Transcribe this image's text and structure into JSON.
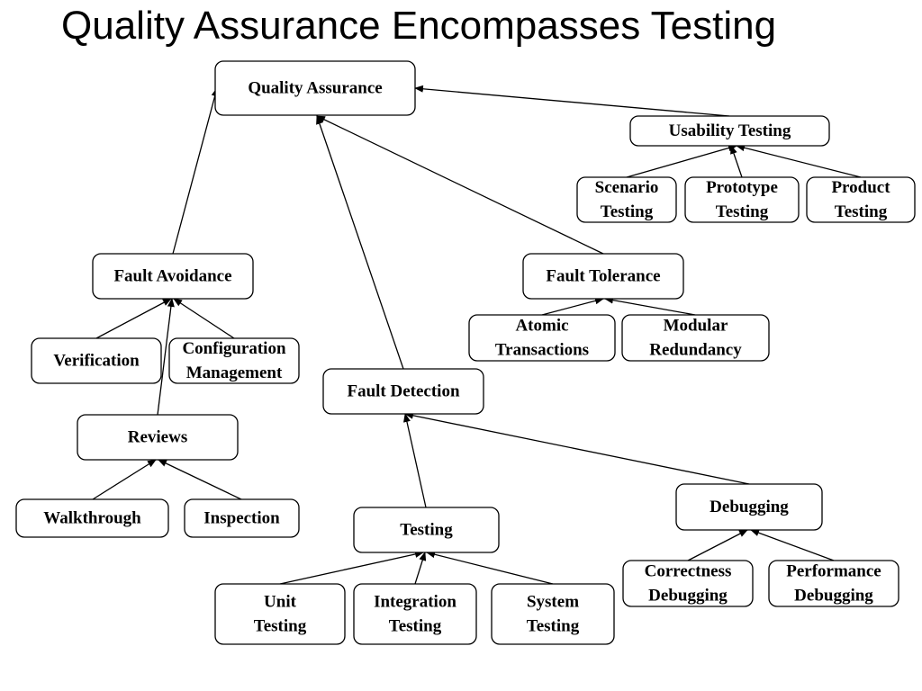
{
  "title": "Quality Assurance Encompasses Testing",
  "nodes": [
    {
      "id": "quality-assurance",
      "lines": [
        "Quality Assurance"
      ]
    },
    {
      "id": "usability-testing",
      "lines": [
        "Usability Testing"
      ]
    },
    {
      "id": "scenario-testing",
      "lines": [
        "Scenario",
        "Testing"
      ]
    },
    {
      "id": "prototype-testing",
      "lines": [
        "Prototype",
        "Testing"
      ]
    },
    {
      "id": "product-testing",
      "lines": [
        "Product",
        "Testing"
      ]
    },
    {
      "id": "fault-avoidance",
      "lines": [
        "Fault Avoidance"
      ]
    },
    {
      "id": "fault-tolerance",
      "lines": [
        "Fault Tolerance"
      ]
    },
    {
      "id": "atomic-transactions",
      "lines": [
        "Atomic",
        "Transactions"
      ]
    },
    {
      "id": "modular-redundancy",
      "lines": [
        "Modular",
        "Redundancy"
      ]
    },
    {
      "id": "verification",
      "lines": [
        "Verification"
      ]
    },
    {
      "id": "configuration-management",
      "lines": [
        "Configuration",
        "Management"
      ]
    },
    {
      "id": "fault-detection",
      "lines": [
        "Fault Detection"
      ]
    },
    {
      "id": "reviews",
      "lines": [
        "Reviews"
      ]
    },
    {
      "id": "walkthrough",
      "lines": [
        "Walkthrough"
      ]
    },
    {
      "id": "inspection",
      "lines": [
        "Inspection"
      ]
    },
    {
      "id": "testing",
      "lines": [
        "Testing"
      ]
    },
    {
      "id": "debugging",
      "lines": [
        "Debugging"
      ]
    },
    {
      "id": "unit-testing",
      "lines": [
        "Unit",
        "Testing"
      ]
    },
    {
      "id": "integration-testing",
      "lines": [
        "Integration",
        "Testing"
      ]
    },
    {
      "id": "system-testing",
      "lines": [
        "System",
        "Testing"
      ]
    },
    {
      "id": "correctness-debugging",
      "lines": [
        "Correctness",
        "Debugging"
      ]
    },
    {
      "id": "performance-debugging",
      "lines": [
        "Performance",
        "Debugging"
      ]
    }
  ],
  "edges": [
    {
      "from": "fault-avoidance",
      "to": "quality-assurance"
    },
    {
      "from": "fault-detection",
      "to": "quality-assurance"
    },
    {
      "from": "fault-tolerance",
      "to": "quality-assurance"
    },
    {
      "from": "usability-testing",
      "to": "quality-assurance"
    },
    {
      "from": "scenario-testing",
      "to": "usability-testing"
    },
    {
      "from": "prototype-testing",
      "to": "usability-testing"
    },
    {
      "from": "product-testing",
      "to": "usability-testing"
    },
    {
      "from": "atomic-transactions",
      "to": "fault-tolerance"
    },
    {
      "from": "modular-redundancy",
      "to": "fault-tolerance"
    },
    {
      "from": "verification",
      "to": "fault-avoidance"
    },
    {
      "from": "configuration-management",
      "to": "fault-avoidance"
    },
    {
      "from": "reviews",
      "to": "fault-avoidance"
    },
    {
      "from": "walkthrough",
      "to": "reviews"
    },
    {
      "from": "inspection",
      "to": "reviews"
    },
    {
      "from": "testing",
      "to": "fault-detection"
    },
    {
      "from": "debugging",
      "to": "fault-detection"
    },
    {
      "from": "unit-testing",
      "to": "testing"
    },
    {
      "from": "integration-testing",
      "to": "testing"
    },
    {
      "from": "system-testing",
      "to": "testing"
    },
    {
      "from": "correctness-debugging",
      "to": "debugging"
    },
    {
      "from": "performance-debugging",
      "to": "debugging"
    }
  ]
}
